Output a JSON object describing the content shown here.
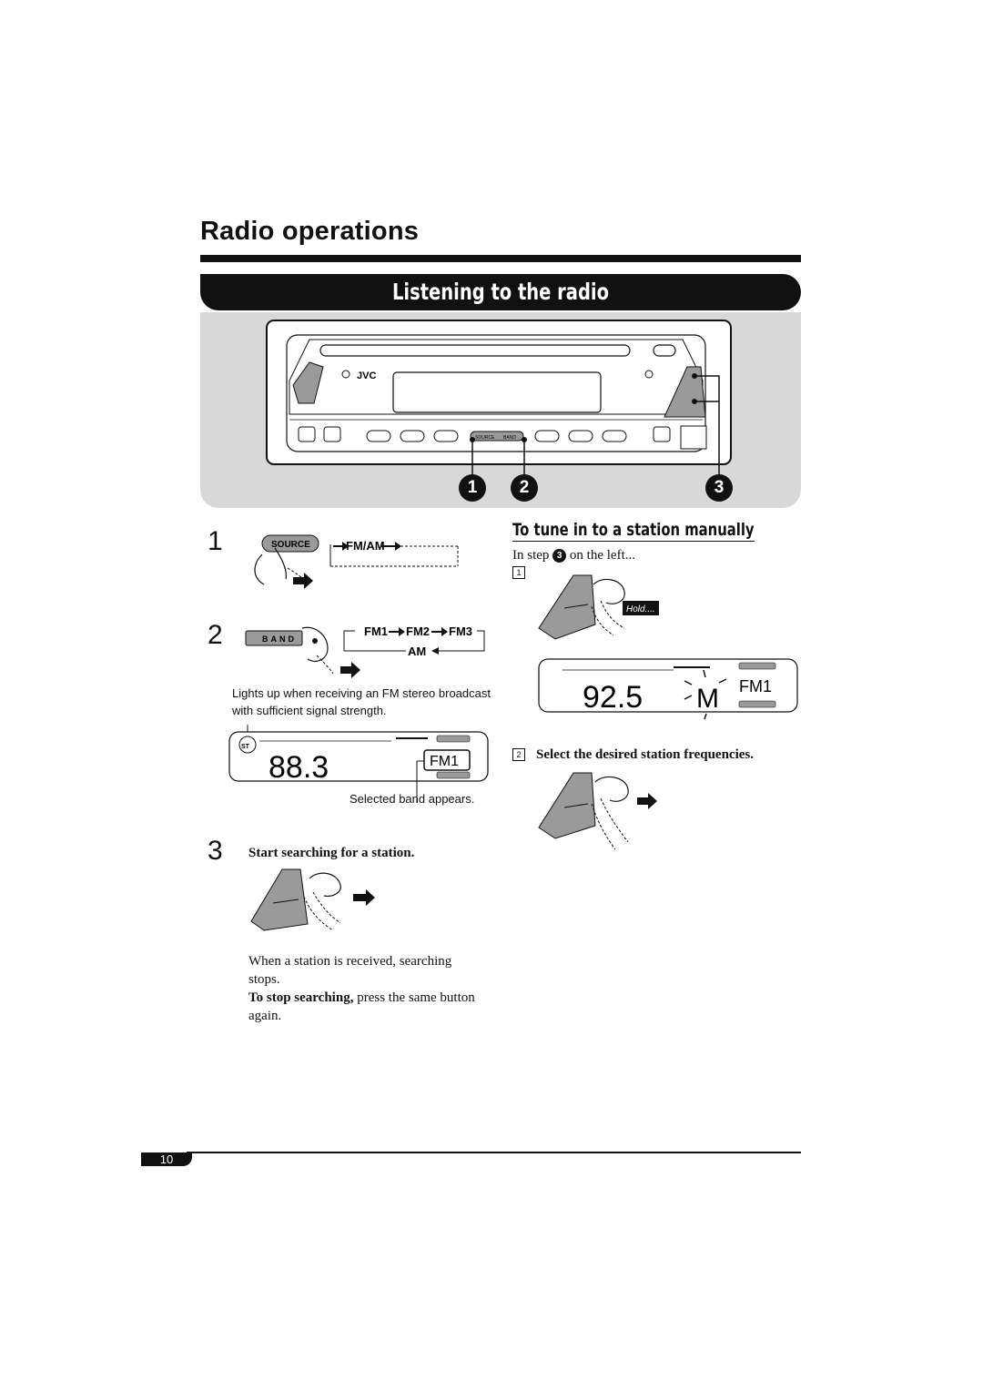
{
  "page": {
    "title": "Radio operations",
    "section": "Listening to the radio",
    "page_number": "10"
  },
  "device": {
    "brand": "JVC",
    "source_label": "SOURCE",
    "band_label": "BAND",
    "callouts": [
      "1",
      "2",
      "3"
    ]
  },
  "step1": {
    "number": "1",
    "button_label": "SOURCE",
    "sequence": "FM/AM"
  },
  "step2": {
    "number": "2",
    "button_label": "BAND",
    "bands": [
      "FM1",
      "FM2",
      "FM3",
      "AM"
    ],
    "stereo_caption": "Lights up when receiving an FM stereo broadcast with sufficient signal strength.",
    "st_indicator": "ST",
    "display_frequency": "88.3",
    "display_band": "FM1",
    "band_caption": "Selected band appears."
  },
  "step3": {
    "number": "3",
    "heading": "Start searching for a station.",
    "note": "When a station is received, searching stops.",
    "stop_bold": "To stop searching,",
    "stop_text": " press the same button again."
  },
  "manual": {
    "heading": "To tune in to a station manually",
    "intro_before": "In step",
    "intro_step": "3",
    "intro_after": "on the left...",
    "substep1": "1",
    "hold_label": "Hold....",
    "display_frequency": "92.5",
    "display_mode": "M",
    "display_band": "FM1",
    "substep2": "2",
    "substep2_text": "Select the desired station frequencies."
  },
  "colors": {
    "ink": "#111111",
    "panel": "#d8d8d8",
    "button_gray": "#9a9a9a"
  }
}
